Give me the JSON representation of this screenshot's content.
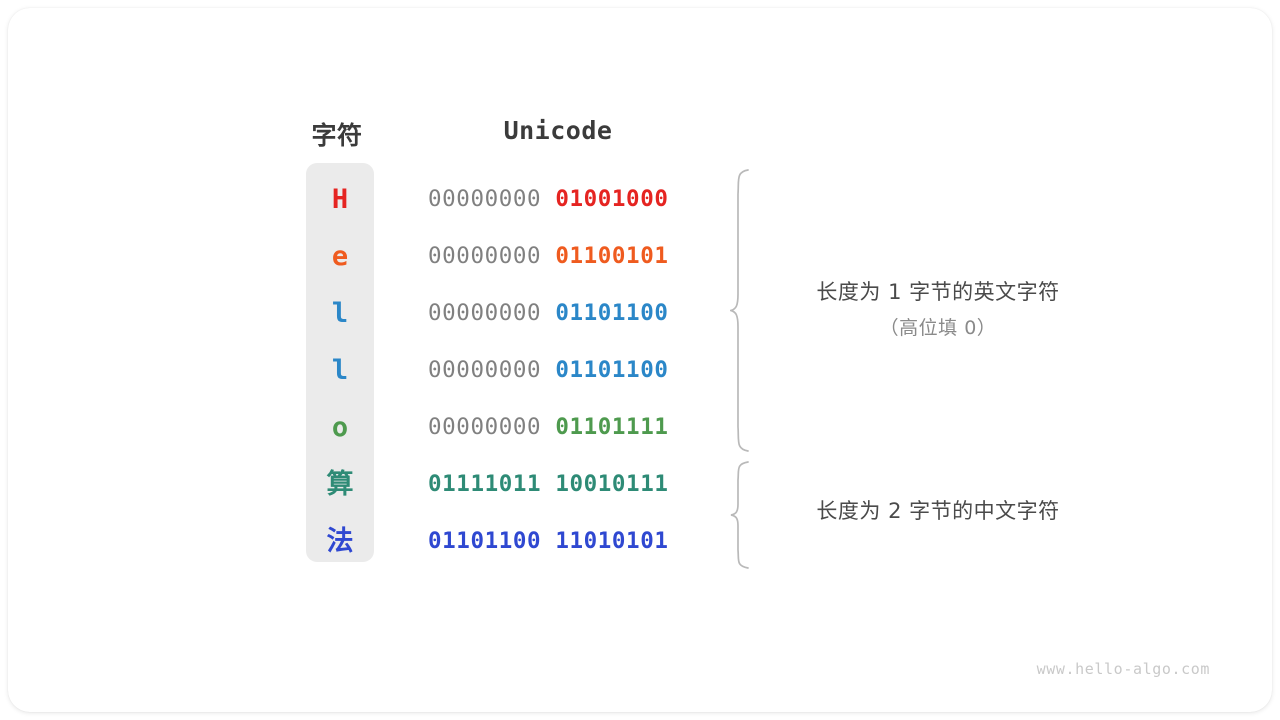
{
  "figure": {
    "title_char_column": "字符",
    "title_unicode_column": "Unicode",
    "watermark": "www.hello-algo.com",
    "colors": {
      "char_column_bg": "#ebebeb",
      "high_byte_gray": "#808080",
      "red": "#e52421",
      "orange": "#ef5b1f",
      "blue": "#2b87c8",
      "green": "#4e9a4e",
      "teal": "#2e8b76",
      "indigo": "#2f48d1",
      "brace": "#b9b9b9",
      "annotation_primary": "#4a4a4a",
      "annotation_secondary": "#8a8a8a"
    },
    "rows": [
      {
        "char": "H",
        "color": "#e52421",
        "cjk": false,
        "high_byte": "00000000",
        "low_byte": "01001000",
        "group": "english"
      },
      {
        "char": "e",
        "color": "#ef5b1f",
        "cjk": false,
        "high_byte": "00000000",
        "low_byte": "01100101",
        "group": "english"
      },
      {
        "char": "l",
        "color": "#2b87c8",
        "cjk": false,
        "high_byte": "00000000",
        "low_byte": "01101100",
        "group": "english"
      },
      {
        "char": "l",
        "color": "#2b87c8",
        "cjk": false,
        "high_byte": "00000000",
        "low_byte": "01101100",
        "group": "english"
      },
      {
        "char": "o",
        "color": "#4e9a4e",
        "cjk": false,
        "high_byte": "00000000",
        "low_byte": "01101111",
        "group": "english"
      },
      {
        "char": "算",
        "color": "#2e8b76",
        "cjk": true,
        "high_byte": "01111011",
        "low_byte": "10010111",
        "group": "chinese"
      },
      {
        "char": "法",
        "color": "#2f48d1",
        "cjk": true,
        "high_byte": "01101100",
        "low_byte": "11010101",
        "group": "chinese"
      }
    ],
    "annotations": [
      {
        "line1": "长度为 1 字节的英文字符",
        "line2": "（高位填 0）"
      },
      {
        "line1": "长度为 2 字节的中文字符",
        "line2": ""
      }
    ]
  }
}
